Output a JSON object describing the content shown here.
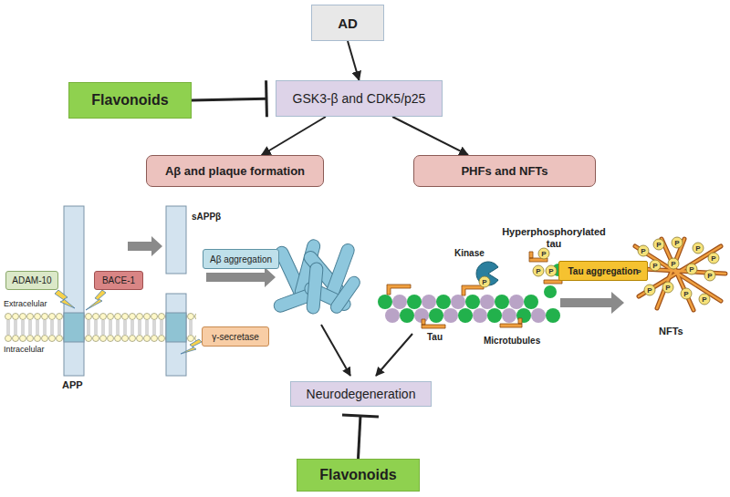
{
  "diagram": {
    "nodes": [
      {
        "text": [
          "AD"
        ]
      },
      {
        "text": [
          "Flavonoids"
        ]
      },
      {
        "text": [
          "GSK3-β and CDK5/p25"
        ]
      },
      {
        "text": [
          "Aβ and plaque formation"
        ]
      },
      {
        "text": [
          "PHFs and NFTs"
        ]
      },
      {
        "text": [
          "ADAM-10"
        ]
      },
      {
        "text": [
          "BACE-1"
        ]
      },
      {
        "text": [
          "Aβ aggregation"
        ]
      },
      {
        "text": [
          "γ-secretase"
        ]
      },
      {
        "text": [
          "Tau aggregation"
        ]
      },
      {
        "text": [
          "Neurodegeneration"
        ]
      },
      {
        "text": [
          "Flavonoids"
        ]
      }
    ],
    "edges": [
      {
        "from": 0,
        "to": 2,
        "arrow": "to"
      },
      {
        "from": 1,
        "to": 2,
        "arrow": "to"
      },
      {
        "from": 2,
        "to": 3,
        "arrow": "to"
      },
      {
        "from": 2,
        "to": 4,
        "arrow": "to"
      },
      {
        "from": 11,
        "to": 10,
        "arrow": "to"
      }
    ],
    "labels": [
      "sAPPβ",
      "Extracelular",
      "Intracelular",
      "APP",
      "Kinase",
      "Hyperphosphorylated tau",
      "Tau",
      "Microtubules",
      "NFTs",
      "P",
      "P",
      "P",
      "P",
      "P",
      "P",
      "P",
      "P",
      "P",
      "P",
      "P",
      "P",
      "P",
      "P",
      "P",
      "P",
      "P",
      "P"
    ]
  }
}
